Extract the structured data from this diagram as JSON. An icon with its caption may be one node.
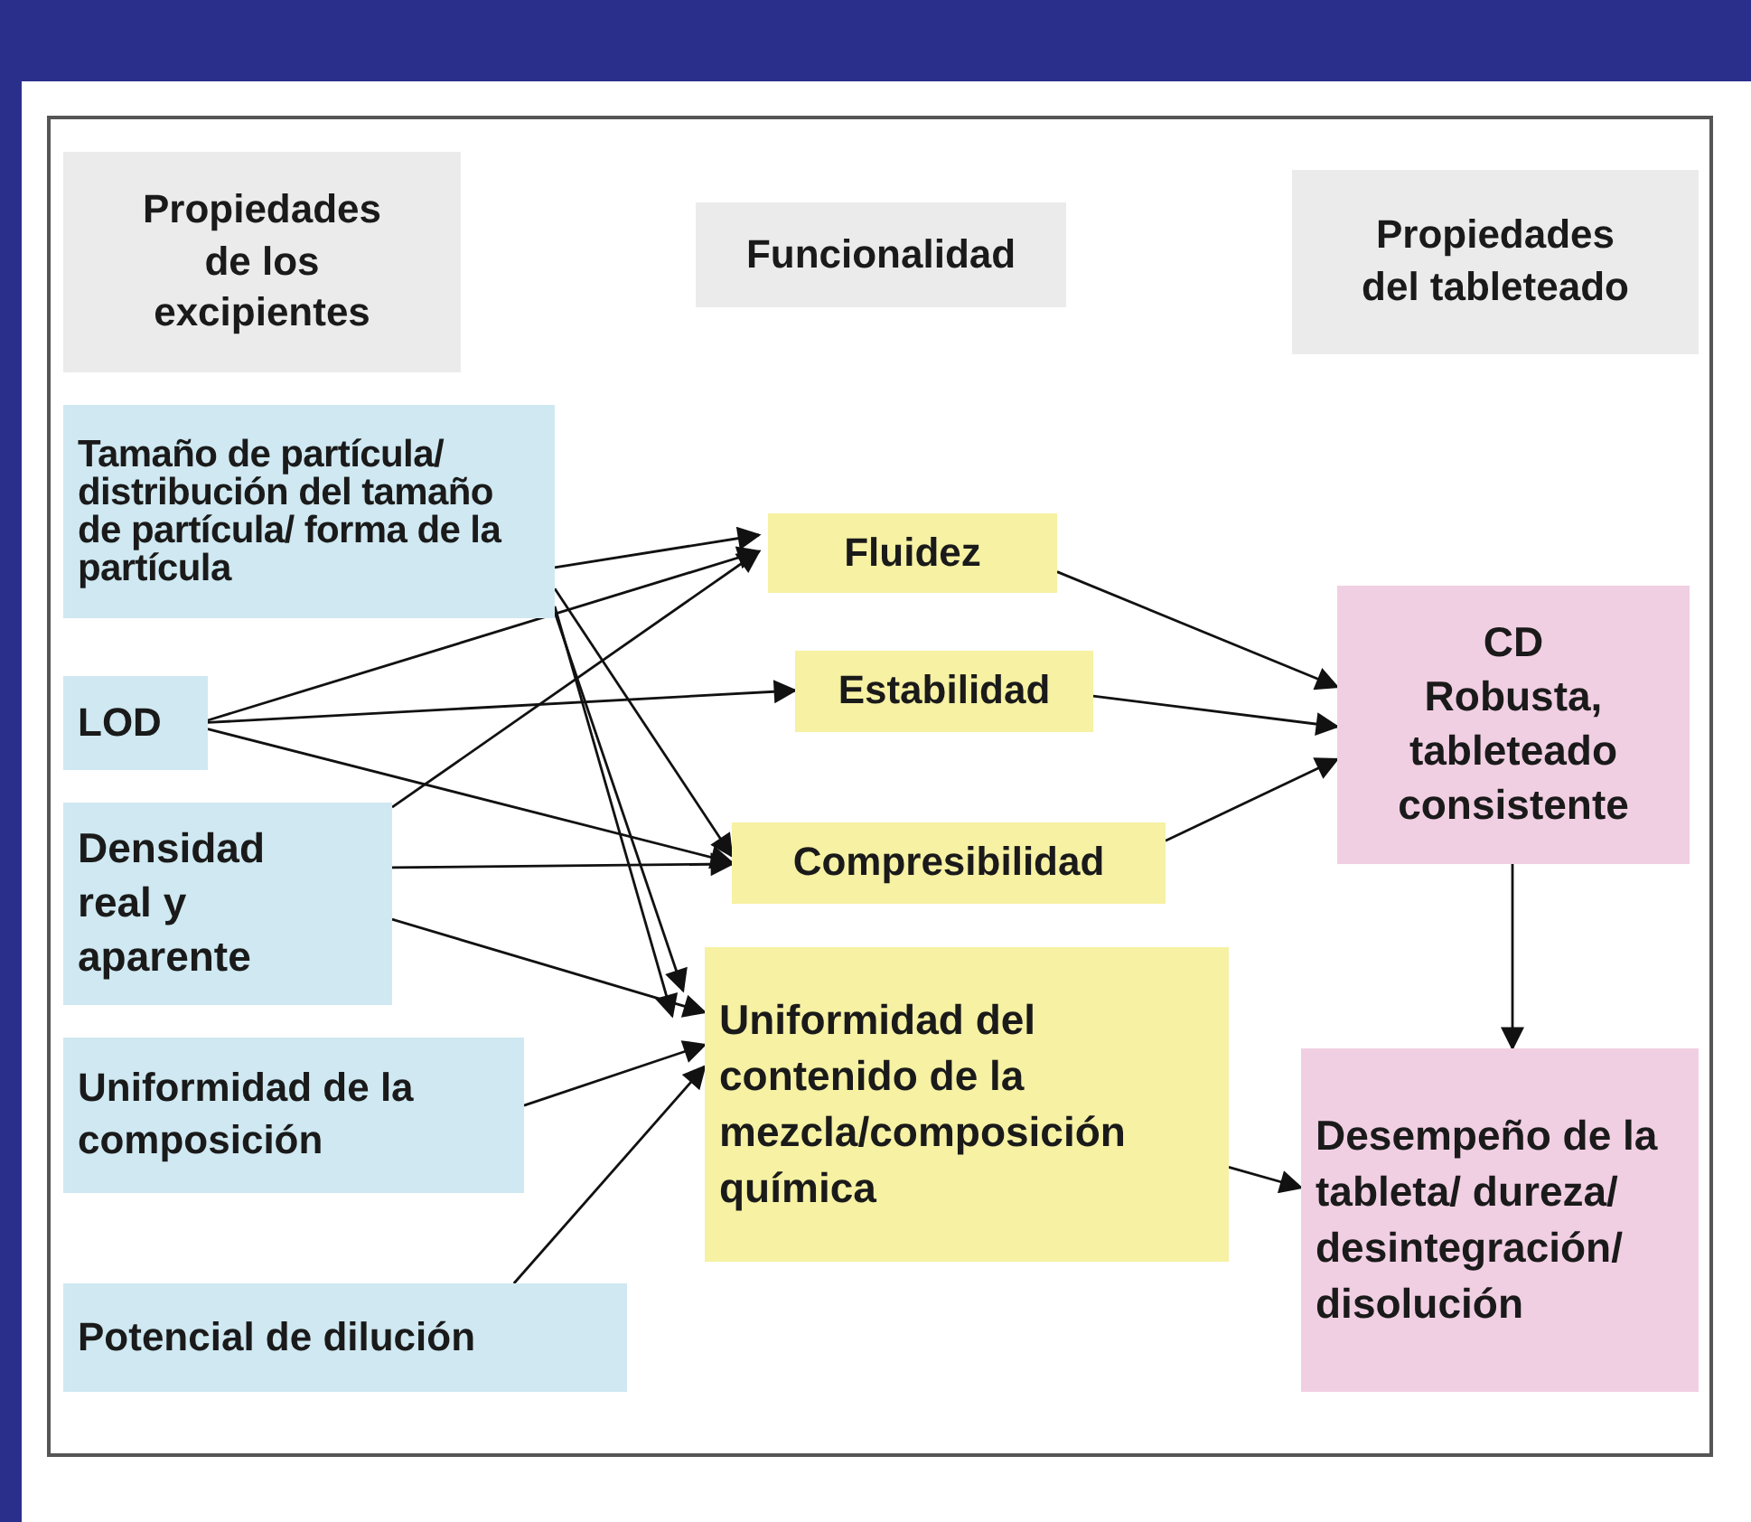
{
  "diagram": {
    "nodes": [
      {
        "text": [
          "Propiedades de los excipientes"
        ]
      },
      {
        "text": [
          "Funcionalidad"
        ]
      },
      {
        "text": [
          "Propiedades del tableteado"
        ]
      },
      {
        "text": [
          "Tamaño de partícula/ distribución del tamaño de partícula/ forma de la partícula"
        ]
      },
      {
        "text": [
          "LOD"
        ]
      },
      {
        "text": [
          "Densidad real y aparente"
        ]
      },
      {
        "text": [
          "Uniformidad de la composición"
        ]
      },
      {
        "text": [
          "Potencial de dilución"
        ]
      },
      {
        "text": [
          "Fluidez"
        ]
      },
      {
        "text": [
          "Estabilidad"
        ]
      },
      {
        "text": [
          "Compresibilidad"
        ]
      },
      {
        "text": [
          "Uniformidad del contenido de la mezcla/composición química"
        ]
      },
      {
        "text": [
          "CD Robusta, tableteado consistente"
        ]
      },
      {
        "text": [
          "Desempeño de la tableta/ dureza/ desintegración/ disolución"
        ]
      }
    ],
    "edges": [
      {
        "from": 3,
        "to": 8,
        "arrow": "to"
      },
      {
        "from": 3,
        "to": 10,
        "arrow": "to"
      },
      {
        "from": 3,
        "to": 11,
        "arrow": "to"
      },
      {
        "from": 3,
        "to": 11,
        "arrow": "to"
      },
      {
        "from": 4,
        "to": 8,
        "arrow": "to"
      },
      {
        "from": 4,
        "to": 9,
        "arrow": "to"
      },
      {
        "from": 4,
        "to": 10,
        "arrow": "to"
      },
      {
        "from": 5,
        "to": 8,
        "arrow": "to"
      },
      {
        "from": 5,
        "to": 10,
        "arrow": "to"
      },
      {
        "from": 5,
        "to": 11,
        "arrow": "to"
      },
      {
        "from": 6,
        "to": 11,
        "arrow": "to"
      },
      {
        "from": 7,
        "to": 11,
        "arrow": "to"
      },
      {
        "from": 8,
        "to": 12,
        "arrow": "to"
      },
      {
        "from": 9,
        "to": 12,
        "arrow": "to"
      },
      {
        "from": 10,
        "to": 12,
        "arrow": "to"
      },
      {
        "from": 12,
        "to": 13,
        "arrow": "to"
      },
      {
        "from": 11,
        "to": 13,
        "arrow": "to"
      }
    ]
  }
}
